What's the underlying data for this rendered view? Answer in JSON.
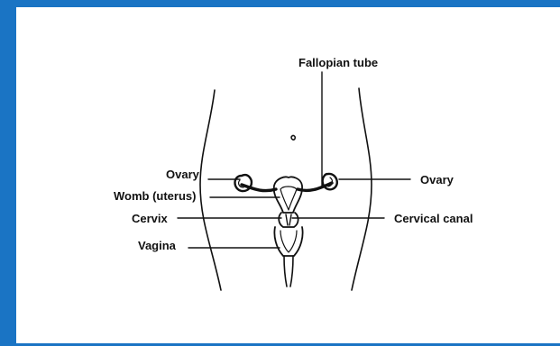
{
  "frame": {
    "border_color": "#1a74c4"
  },
  "labels": {
    "fallopian_tube": "Fallopian tube",
    "ovary_left": "Ovary",
    "ovary_right": "Ovary",
    "womb": "Womb (uterus)",
    "cervix": "Cervix",
    "cervical_canal": "Cervical canal",
    "vagina": "Vagina"
  }
}
